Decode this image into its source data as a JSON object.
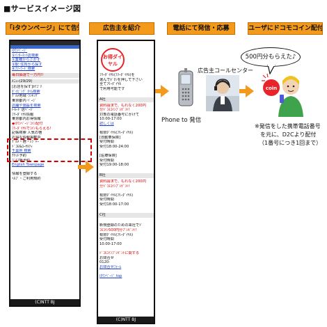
{
  "title": "■サービスイメージ図",
  "steps": [
    "「iタウンページ」にて告知",
    "広告主を紹介",
    "電話にて発信・応募",
    "ユーザにドコモコイン配付"
  ],
  "phone1": {
    "lines": [
      "iﾀｳﾝﾍﾟｰｼﾞ",
      "①ｲﾝﾀｰﾈｯﾄ店検索",
      "②業種からさがす",
      "③駅･住所から探す",
      "④ﾌﾘｰﾜｰﾄﾞ検索",
      "毎日抽選で一万円!!",
      "ﾒﾆｭｰ(29/29)",
      "[お店を探す]ｶﾃｺﾞﾘ",
      "ﾀﾞｲﾋﾞﾝｸﾞ ﾀｲﾑ検索",
      "ｸﾞﾙﾒ地域･ﾗﾝｷﾝｸﾞ",
      "東京都内 ﾍﾟｰｼﾞ",
      "店舗や施設を検索",
      "i-ﾓｰﾄﾞ店ﾍﾟｰｼﾞ",
      "ﾌﾘｰﾀﾞｲﾔﾙ情報",
      "東京都内お得情報",
      "◆iﾀｳﾝﾍﾟｰｼﾞｺｲﾝ配付",
      "ﾌﾘｰﾀﾞｲﾔﾙでｺｲﾝもらえる!",
      "記帳検索 人気の宿",
      "お得な情報掲載中",
      "ｸﾞﾙﾒ・宿・ﾚｼﾞｬｰ",
      "ﾄﾞｺﾓ&ﾛｰﾔﾙﾃｨ",
      "千葉県 検索",
      "ﾁｹｯﾄ予約",
      "ｺﾞﾙﾌ場予約",
      "English Townpage",
      "",
      "情報を登録する",
      "ﾍﾙﾌﾟ・ご利用規約"
    ],
    "footer": "(C)NTT BJ"
  },
  "phone2": {
    "logo": "お得ダイヤル",
    "lines": [
      "ﾌﾘｰﾀﾞｲﾔﾙ(ﾌﾘｰﾀﾞｲﾔﾙ)を",
      "選んでﾎﾞﾀﾝを押して下さい",
      "全てﾌﾘｰﾀﾞｲﾔﾙ",
      "で利用可能です",
      "",
      "A社",
      "資料請求で、もれなく200円",
      "分ﾄﾞｺﾓｺｲﾝﾌﾟﾚｾﾞﾝﾄ!",
      "対象の電話番号にかけて",
      "10:00-17:00",
      "詳しくは",
      "",
      "有限ﾀﾞｲﾔﾙ(ﾌﾘｰﾀﾞｲﾔﾙ)",
      "[自動車保険]",
      "受付時間",
      "受付18:00-24:00",
      "",
      "[医療保険]",
      "受付時間",
      "受付19:00-18:00",
      "",
      "B社",
      "資料請求で、もれなく200円",
      "分ﾄﾞｺﾓｺｲﾝﾌﾟﾚｾﾞﾝﾄ!",
      "",
      "有限ﾀﾞｲﾔﾙ(ﾌﾘｰﾀﾞｲﾔﾙ)",
      "受付時間",
      "受付18:00-17:00",
      "",
      "C社",
      "",
      "新規登録のための来社でﾄﾞ",
      "ｺﾓｺｲﾝ500円分ﾌﾟﾚｾﾞﾝﾄ!",
      "有限ﾀﾞｲﾔﾙ(ﾌﾘｰﾀﾞｲﾔﾙ)",
      "受付時間",
      "10:00-17:00",
      "",
      "ﾄﾞｺﾓｺｲﾝﾌﾟﾚｾﾞﾝﾄに関する",
      "お問合せ",
      "0120-",
      "お問合せﾌｫｰﾑ",
      "",
      "iﾀｳﾝﾍﾟｰｼﾞ top"
    ],
    "footer": "(C)NTT BJ"
  },
  "call": {
    "center_label": "広告主コールセンター",
    "phone_label": "Phone to 発信"
  },
  "reward": {
    "bubble": "500円分もらえた♪",
    "note_line1": "※発信をした携帯電話番号",
    "note_line2": "を元に、D2Cより配付",
    "note_line3": "（1番号につき1回まで）"
  },
  "colors": {
    "accent": "#f39a1c",
    "highlight": "#d40000"
  }
}
